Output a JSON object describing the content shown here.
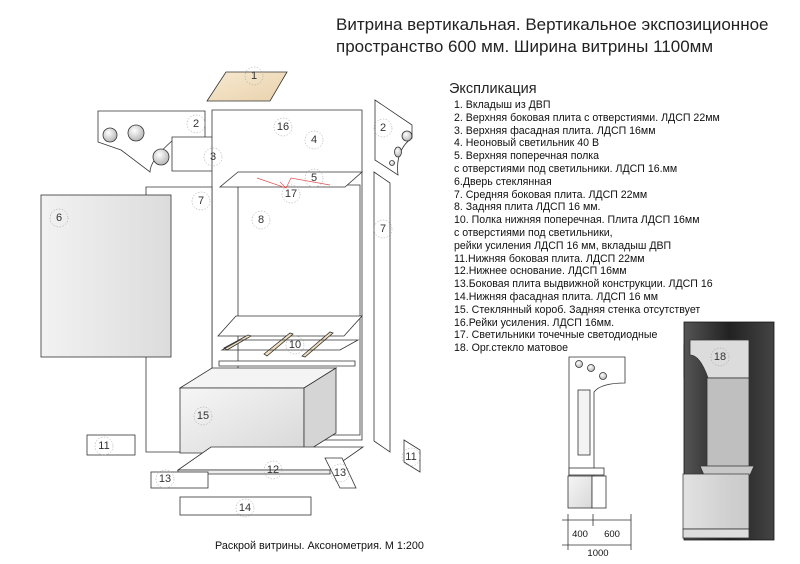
{
  "title_line1": "Витрина вертикальная. Вертикальное экспозиционное",
  "title_line2": "пространство 600 мм. Ширина витрины 1100мм",
  "explication_heading": "Экспликация",
  "explication_items": [
    "1. Вкладыш из ДВП",
    "2. Верхняя боковая плита с отверстиями. ЛДСП 22мм",
    "3. Верхняя фасадная плита. ЛДСП 16мм",
    "4. Неоновый светильник 40 В",
    "5. Верхняя поперечная полка",
    "с отверстиями под светильники. ЛДСП 16.мм",
    "6.Дверь стеклянная",
    "7. Средняя боковая плита. ЛДСП 22мм",
    "8. Задняя плита ЛДСП 16 мм.",
    "10. Полка нижняя поперечная. Плита ЛДСП 16мм",
    "с отверстиями под светильники,",
    "рейки усиления ЛДСП 16 мм, вкладыш ДВП",
    "11.Нижняя боковая плита. ЛДСП 22мм",
    "12.Нижнее основание. ЛДСП 16мм",
    "13.Боковая плита выдвижной конструкции. ЛДСП 16",
    "14.Нижняя фасадная плита. ЛДСП 16 мм",
    "15. Стеклянный короб. Задняя стенка отсутствует",
    "16.Рейки усиления. ЛДСП 16мм.",
    "17. Светильники точечные светодиодные",
    "18. Орг.стекло матовое"
  ],
  "caption": "Раскрой витрины. Аксонометрия.  М 1:200",
  "part_labels": {
    "p1": "1",
    "p2a": "2",
    "p2b": "2",
    "p3": "3",
    "p4": "4",
    "p5": "5",
    "p6": "6",
    "p7a": "7",
    "p7b": "7",
    "p8": "8",
    "p10": "10",
    "p11a": "11",
    "p11b": "11",
    "p12": "12",
    "p13a": "13",
    "p13b": "13",
    "p14": "14",
    "p15": "15",
    "p16": "16",
    "p17": "17",
    "p18": "18"
  },
  "dimensions": {
    "d400": "400",
    "d600": "600",
    "d1000": "1000"
  },
  "colors": {
    "wood": "#f3e2c6",
    "panel": "#ffffff",
    "glass": "#e6e6e6",
    "stroke": "#333333",
    "dark": "#2a2a2a"
  }
}
